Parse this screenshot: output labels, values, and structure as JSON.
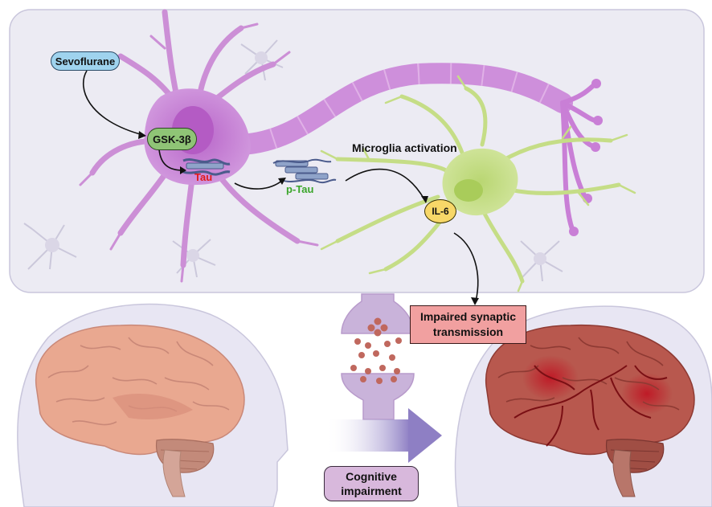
{
  "labels": {
    "sevoflurane": "Sevoflurane",
    "gsk3b": "GSK-3β",
    "tau": "Tau",
    "ptau": "p-Tau",
    "microglia": "Microglia activation",
    "il6": "IL-6",
    "impaired_line1": "Impaired synaptic",
    "impaired_line2": "transmission",
    "cognitive_line1": "Cognitive",
    "cognitive_line2": "impairment"
  },
  "colors": {
    "panel_bg": "#ecebf3",
    "panel_border": "#c9c6dc",
    "neuron": "#cc8fd6",
    "neuron_body": "#c47cd3",
    "nucleus": "#b45bc4",
    "axon": "#c97fd6",
    "microglia": "#c5dd86",
    "microglia_nucleus": "#a9cc5a",
    "sevoflurane_fill": "#9fd3ee",
    "gsk_fill": "#8fc476",
    "il6_fill": "#f7d768",
    "tau_text": "#e21a1a",
    "ptau_text": "#3aa52a",
    "impaired_fill": "#f1a0a0",
    "cognitive_fill": "#d8b8dc",
    "brain_healthy": "#e9a890",
    "brain_damaged": "#b8584e",
    "vessel": "#b3242d",
    "head_fill": "#e8e6f3",
    "arrow_fill": "#8e7fc4"
  },
  "icons": [
    "neuron-cell",
    "microglia-cell",
    "tau-filament-icon",
    "p-tau-filament-icon",
    "synapse-icon",
    "healthy-brain-icon",
    "damaged-brain-icon",
    "head-silhouette-icon",
    "progression-arrow-icon"
  ]
}
